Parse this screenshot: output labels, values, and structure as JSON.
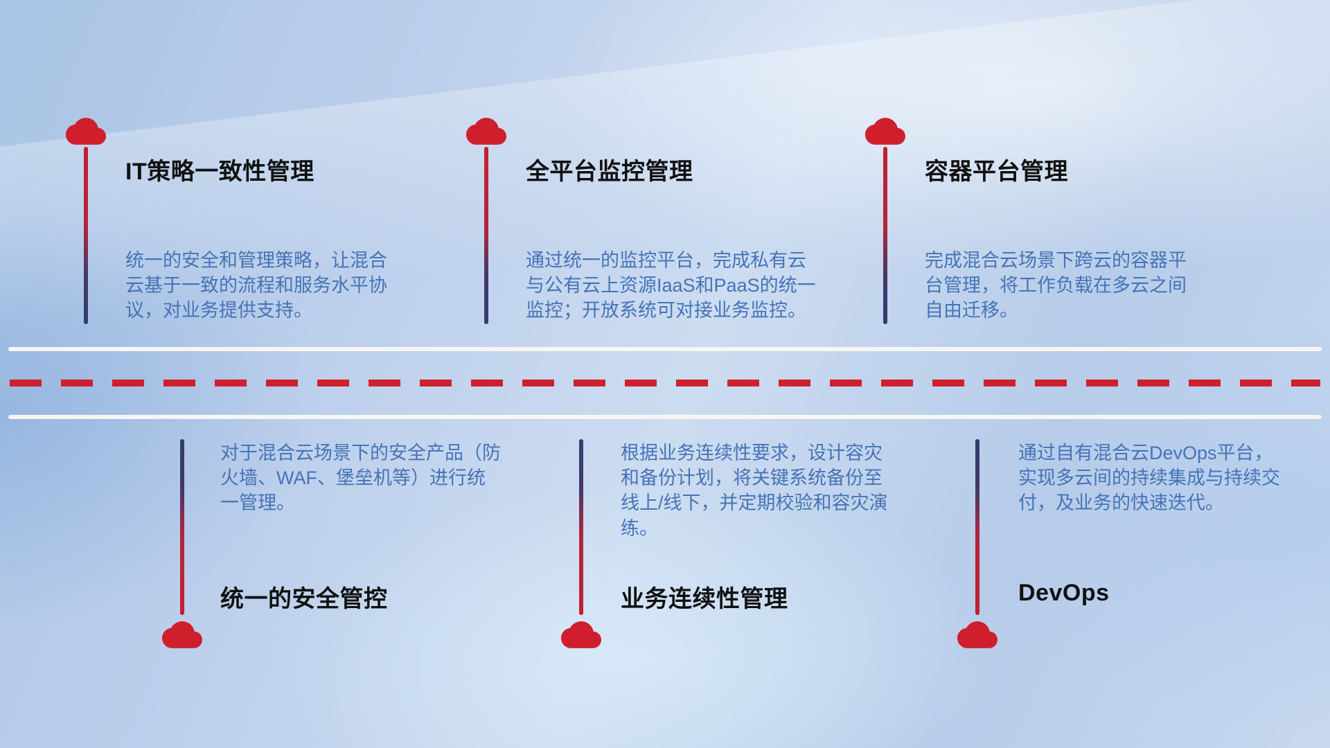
{
  "diagram": {
    "name": "hybrid-cloud-capabilities",
    "divider": "road-with-dashed-centerline"
  },
  "colors": {
    "cloud": "#cf1f2d",
    "title": "#111111",
    "description": "#4673b6",
    "road_line": "#f8f6f2",
    "dash_line": "#cf1f2d",
    "stem_red": "#c32030",
    "stem_navy": "#2f3f6d"
  },
  "items": {
    "top": [
      {
        "icon": "cloud-icon",
        "title": "IT策略一致性管理",
        "desc": "统一的安全和管理策略，让混合云基于一致的流程和服务水平协议，对业务提供支持。"
      },
      {
        "icon": "cloud-icon",
        "title": "全平台监控管理",
        "desc": "通过统一的监控平台，完成私有云与公有云上资源IaaS和PaaS的统一监控；开放系统可对接业务监控。"
      },
      {
        "icon": "cloud-icon",
        "title": "容器平台管理",
        "desc": "完成混合云场景下跨云的容器平台管理，将工作负载在多云之间自由迁移。"
      }
    ],
    "bottom": [
      {
        "icon": "cloud-icon",
        "title": "统一的安全管控",
        "desc": "对于混合云场景下的安全产品（防火墙、WAF、堡垒机等）进行统一管理。"
      },
      {
        "icon": "cloud-icon",
        "title": "业务连续性管理",
        "desc": "根据业务连续性要求，设计容灾和备份计划，将关键系统备份至线上/线下，并定期校验和容灾演练。"
      },
      {
        "icon": "cloud-icon",
        "title": "DevOps",
        "desc": "通过自有混合云DevOps平台，实现多云间的持续集成与持续交付，及业务的快速迭代。"
      }
    ]
  }
}
